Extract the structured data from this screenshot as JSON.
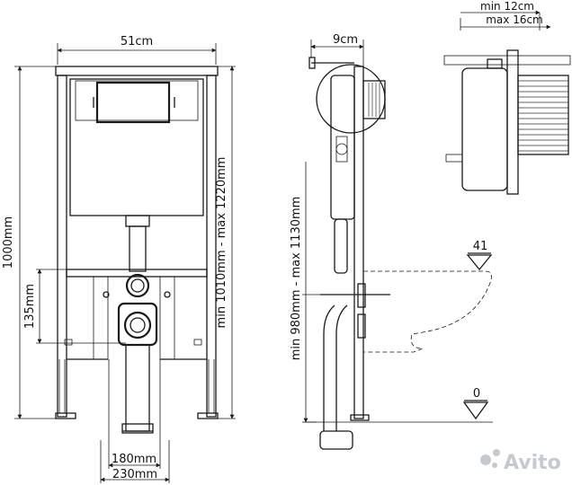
{
  "dimensions": {
    "frame_width": "51cm",
    "frame_height": "1000mm",
    "installation_height_range": "min 1010mm - max 1220mm",
    "drain_height": "135mm",
    "width_180": "180mm",
    "width_230": "230mm",
    "frame_depth": "9cm",
    "side_height_range": "min 980mm - max 1130mm",
    "wall_depth_min": "min 12cm",
    "wall_depth_max": "max 16cm",
    "level_top": "41",
    "level_floor": "0"
  },
  "watermark": "Avito"
}
